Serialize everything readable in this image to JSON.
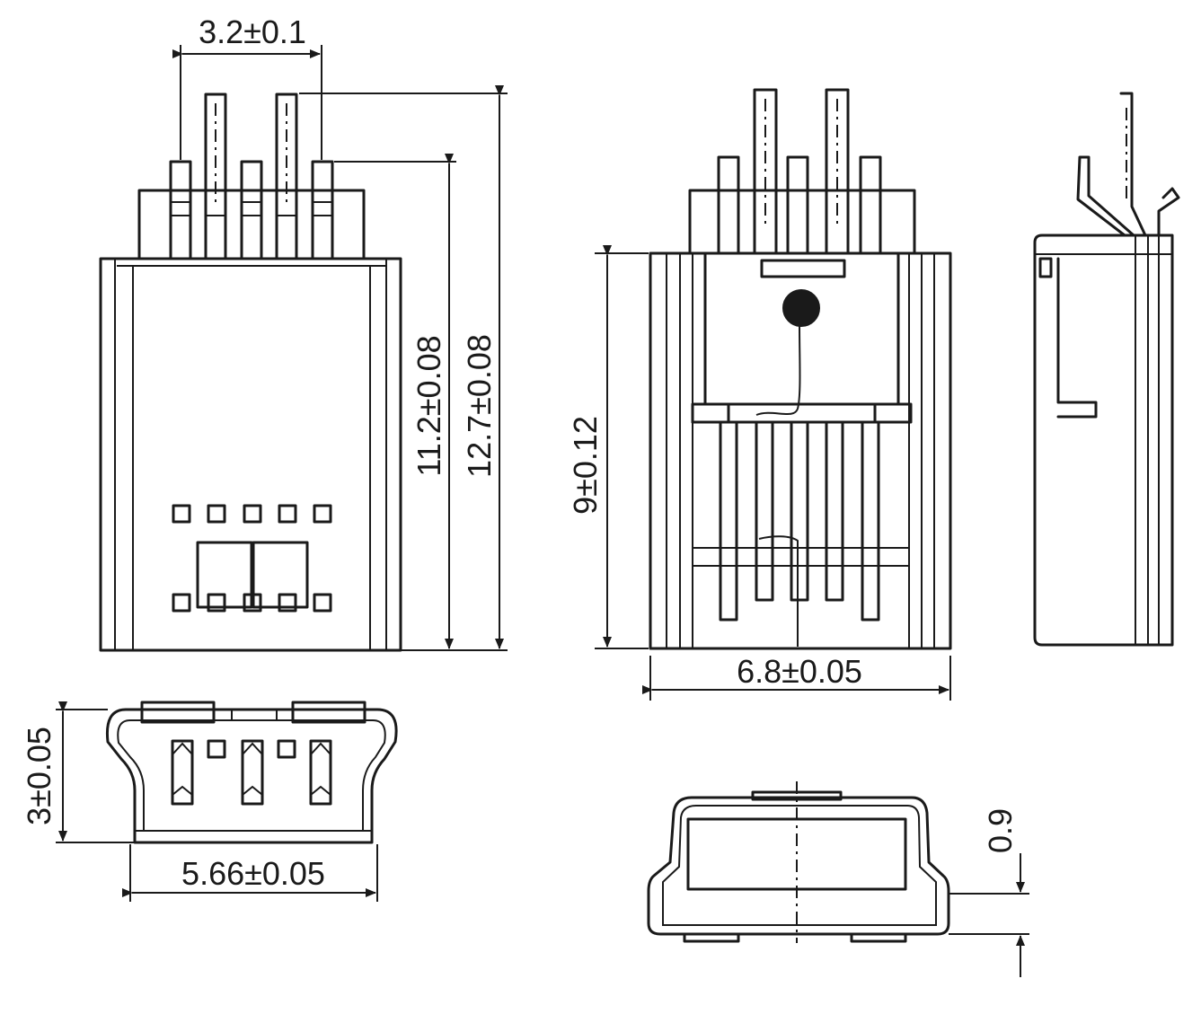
{
  "dimensions": {
    "pin_pitch": "3.2±0.1",
    "body_length": "11.2±0.08",
    "overall_length": "12.7±0.08",
    "side_length": "9±0.12",
    "side_width": "6.8±0.05",
    "face_height": "3±0.05",
    "face_width": "5.66±0.05",
    "shell_offset": "0.9"
  }
}
